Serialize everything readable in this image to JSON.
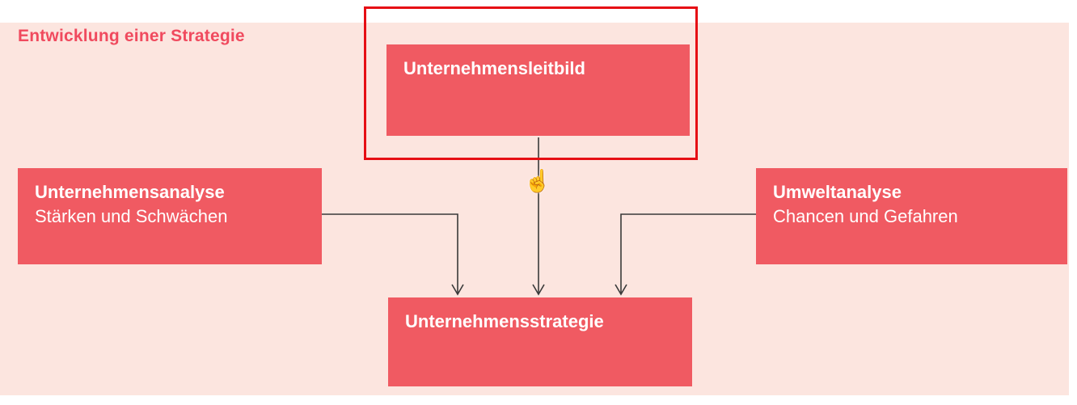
{
  "page": {
    "title": "Entwicklung einer Strategie"
  },
  "colors": {
    "canvas_background": "#ffffff",
    "panel_background": "#fce5df",
    "node_fill": "#f05a62",
    "node_text": "#ffffff",
    "heading_text": "#f04a5e",
    "selection_border": "#e60e14",
    "arrow": "#3a3a3a"
  },
  "diagram": {
    "nodes": [
      {
        "id": "unternehmensleitbild",
        "title": "Unternehmensleitbild",
        "subtitle": "",
        "selected": true
      },
      {
        "id": "unternehmensanalyse",
        "title": "Unternehmensanalyse",
        "subtitle": "Stärken und Schwächen",
        "selected": false
      },
      {
        "id": "umweltanalyse",
        "title": "Umweltanalyse",
        "subtitle": "Chancen und Gefahren",
        "selected": false
      },
      {
        "id": "unternehmensstrategie",
        "title": "Unternehmensstrategie",
        "subtitle": "",
        "selected": false
      }
    ],
    "edges": [
      {
        "from": "unternehmensleitbild",
        "to": "unternehmensstrategie"
      },
      {
        "from": "unternehmensanalyse",
        "to": "unternehmensstrategie"
      },
      {
        "from": "umweltanalyse",
        "to": "unternehmensstrategie"
      }
    ],
    "cursor_icon": "grab-hand-cursor"
  }
}
